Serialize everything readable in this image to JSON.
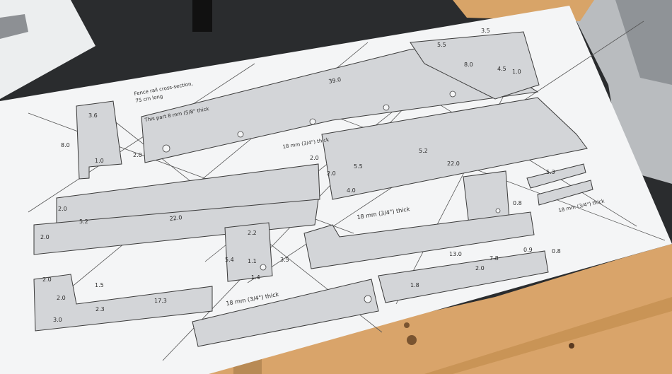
{
  "colors": {
    "background": "#2a2c2e",
    "paper": "#f4f5f6",
    "wood": "#d9a46a",
    "part_fill": "#d3d5d8",
    "line": "#3a3a3a"
  },
  "notes": {
    "fence_rail_1": "Fence rail cross-section,",
    "fence_rail_2": "75 cm long",
    "part_8mm": "This part 8 mm (5/8\" thick",
    "thick_18_a": "18 mm (3/4\") thick",
    "thick_18_b": "18 mm (3/4\") thick",
    "thick_18_c": "18 mm (3/4\") thick",
    "thick_18_d": "18 mm (3/4\") thick"
  },
  "dims": {
    "d3_6": "3.6",
    "d8_0a": "8.0",
    "d1_0": "1.0",
    "d2_0a": "2.0",
    "d39_0": "39.0",
    "d5_5a": "5.5",
    "d3_5a": "3.5",
    "d8_0b": "8.0",
    "d4_5": "4.5",
    "d1_0b": "1.0",
    "d5_2a": "5.2",
    "d22_0a": "22.0",
    "d2_0b": "2.0",
    "d5_5b": "5.5",
    "d4_0": "4.0",
    "d5_3": "5.3",
    "d0_8a": "0.8",
    "d2_0c": "2.0",
    "d5_2b": "5.2",
    "d22_0b": "22.0",
    "d2_0d": "2.0",
    "d2_2": "2.2",
    "d5_4": "5.4",
    "d1_1": "1.1",
    "d1_4": "1.4",
    "d3_5b": "3.5",
    "d13_0": "13.0",
    "d7_8": "7.8",
    "d0_9": "0.9",
    "d0_8b": "0.8",
    "d2_0e": "2.0",
    "d1_8": "1.8",
    "d2_0f": "2.0",
    "d1_5": "1.5",
    "d2_0g": "2.0",
    "d2_3": "2.3",
    "d17_3": "17.3",
    "d3_0": "3.0"
  }
}
